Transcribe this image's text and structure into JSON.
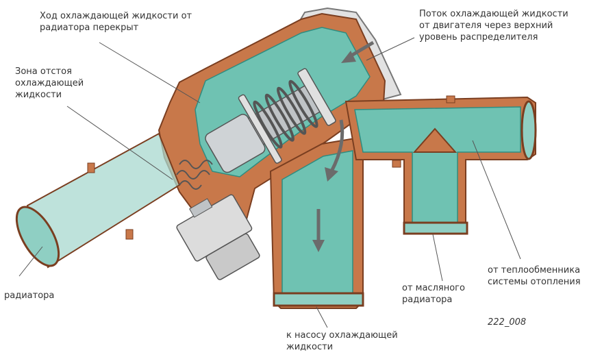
{
  "labels": {
    "radiator_flow_closed": "Ход охлаждающей жидкости от\nрадиатора перекрыт",
    "stagnation_zone": "Зона отстоя\nохлаждающей\nжидкости",
    "engine_flow": "Поток охлаждающей жидкости\nот двигателя через верхний\nуровень распределителя",
    "radiator": "радиатора",
    "to_pump": "к насосу охлаждающей\nжидкости",
    "oil_cooler": "от масляного\nрадиатора",
    "heater": "от теплообменника\nсистемы отопления",
    "figure_code": "222_008"
  },
  "colors": {
    "housing": "#c8784a",
    "housing_dark": "#8a4a2a",
    "coolant": "#6fc2b2",
    "coolant_dark": "#2f8c80",
    "coolant_light": "#9fd8cc",
    "cover": "#e2e2e2",
    "metal": "#bfc3c6",
    "arrow": "#6b6b6b",
    "leader": "#555555",
    "text": "#333333"
  }
}
